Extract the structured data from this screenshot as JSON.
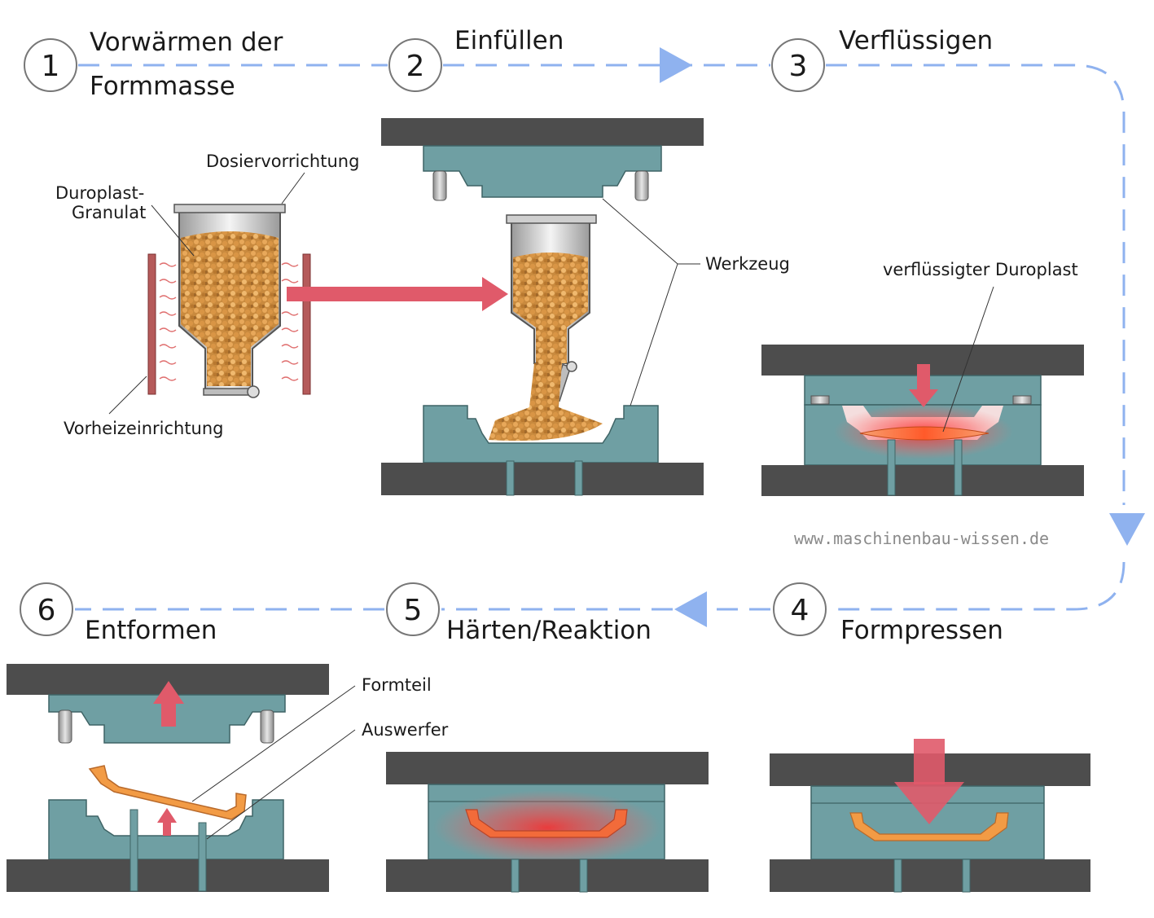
{
  "colors": {
    "plate": "#4d4d4d",
    "mold": "#6f9fa3",
    "mold_dark": "#50777a",
    "flow_line": "#8fb2ef",
    "heat_arrow": "#e05a6a",
    "granule": "#d99a4c",
    "part": "#f29b45",
    "melt": "#f25a33"
  },
  "steps": [
    {
      "number": "1",
      "label_line1": "Vorwärmen der",
      "label_line2": "Formmasse"
    },
    {
      "number": "2",
      "label": "Einfüllen"
    },
    {
      "number": "3",
      "label": "Verflüssigen"
    },
    {
      "number": "4",
      "label": "Formpressen"
    },
    {
      "number": "5",
      "label": "Härten/Reaktion"
    },
    {
      "number": "6",
      "label": "Entformen"
    }
  ],
  "callouts": {
    "dosing": "Dosiervorrichtung",
    "granulate_line1": "Duroplast-",
    "granulate_line2": "Granulat",
    "preheater": "Vorheizeinrichtung",
    "tool": "Werkzeug",
    "liquefied": "verflüssigter Duroplast",
    "part": "Formteil",
    "ejector": "Auswerfer"
  },
  "watermark": "www.maschinenbau-wissen.de",
  "icons": [
    "dashed-flow-arrow",
    "heat-arrow",
    "pressure-arrow",
    "ejection-arrow",
    "heat-wave"
  ]
}
